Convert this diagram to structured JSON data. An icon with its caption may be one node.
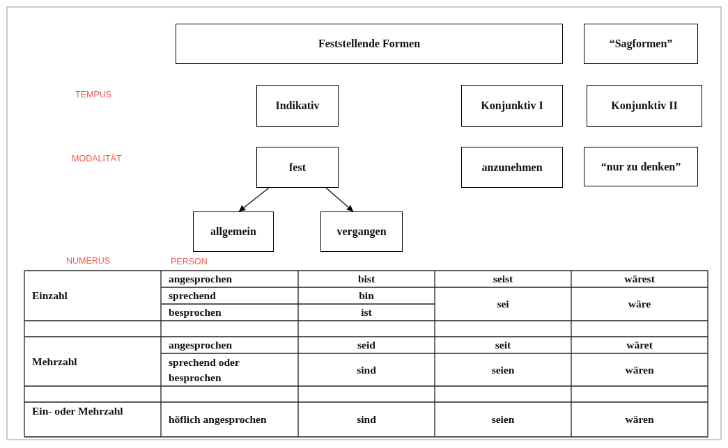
{
  "diagram": {
    "nodes": [
      {
        "text": [
          "Feststellende Formen"
        ]
      },
      {
        "text": [
          "“Sagformen”"
        ]
      },
      {
        "text": [
          "Indikativ"
        ]
      },
      {
        "text": [
          "Konjunktiv I"
        ]
      },
      {
        "text": [
          "Konjunktiv II"
        ]
      },
      {
        "text": [
          "fest"
        ]
      },
      {
        "text": [
          "anzunehmen"
        ]
      },
      {
        "text": [
          "“nur zu denken”"
        ]
      },
      {
        "text": [
          "allgemein"
        ]
      },
      {
        "text": [
          "vergangen"
        ]
      }
    ],
    "edges": [
      {
        "from": 5,
        "to": 8,
        "arrow": "to"
      },
      {
        "from": 5,
        "to": 9,
        "arrow": "to"
      }
    ],
    "labels": [
      "TEMPUS",
      "MODALITÄT",
      "NUMERUS",
      "PERSON",
      "Einzahl",
      "angesprochen",
      "bist",
      "seist",
      "wärest",
      "sprechend",
      "bin",
      "sei",
      "wäre",
      "besprochen",
      "ist",
      "Mehrzahl",
      "angesprochen",
      "seid",
      "seit",
      "wäret",
      "sprechend oder besprochen",
      "sind",
      "seien",
      "wären",
      "Ein- oder Mehrzahl",
      "höflich angesprochen",
      "sind",
      "seien",
      "wären"
    ]
  }
}
